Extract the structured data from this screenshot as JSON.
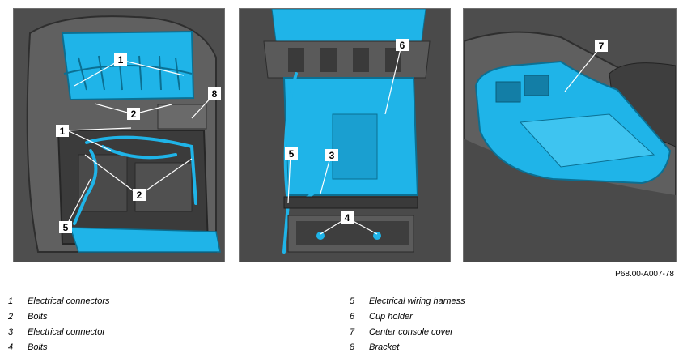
{
  "figure": {
    "reference_code": "P68.00-A007-78",
    "panels": [
      {
        "name": "armrest-console-view",
        "callouts": [
          "1",
          "1",
          "2",
          "2",
          "8",
          "5"
        ]
      },
      {
        "name": "console-top-view",
        "callouts": [
          "6",
          "5",
          "3",
          "4"
        ]
      },
      {
        "name": "console-cover-view",
        "callouts": [
          "7"
        ]
      }
    ]
  },
  "legend": {
    "items": [
      {
        "num": "1",
        "label": "Electrical connectors"
      },
      {
        "num": "2",
        "label": "Bolts"
      },
      {
        "num": "3",
        "label": "Electrical connector"
      },
      {
        "num": "4",
        "label": "Bolts"
      },
      {
        "num": "5",
        "label": "Electrical wiring harness"
      },
      {
        "num": "6",
        "label": "Cup holder"
      },
      {
        "num": "7",
        "label": "Center console cover"
      },
      {
        "num": "8",
        "label": "Bracket"
      }
    ]
  },
  "colors": {
    "highlight": "#1fb4e8",
    "highlight_light": "#5fd2f5",
    "body_gray": "#5a5a5a",
    "dark_gray": "#3a3a3a",
    "callout_bg": "#ffffff"
  }
}
